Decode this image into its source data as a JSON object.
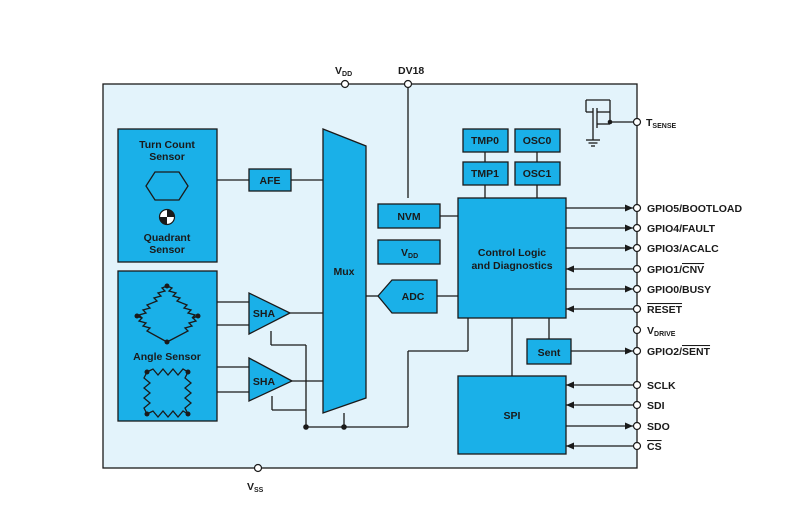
{
  "supplies": {
    "vdd_main": "V",
    "vdd_sub": "DD",
    "dv18": "DV18",
    "vss_main": "V",
    "vss_sub": "SS",
    "tsense_main": "T",
    "tsense_sub": "SENSE"
  },
  "blocks": {
    "turn_count_line1": "Turn Count",
    "turn_count_line2": "Sensor",
    "quadrant_line1": "Quadrant",
    "quadrant_line2": "Sensor",
    "angle_sensor": "Angle Sensor",
    "afe": "AFE",
    "sha_top": "SHA",
    "sha_bottom": "SHA",
    "mux": "Mux",
    "nvm": "NVM",
    "vdd_block_main": "V",
    "vdd_block_sub": "DD",
    "adc": "ADC",
    "tmp0": "TMP0",
    "osc0": "OSC0",
    "tmp1": "TMP1",
    "osc1": "OSC1",
    "control_line1": "Control Logic",
    "control_line2": "and Diagnostics",
    "sent": "Sent",
    "spi": "SPI"
  },
  "pins": {
    "gpio5": "GPIO5/BOOTLOAD",
    "gpio4": "GPIO4/FAULT",
    "gpio3": "GPIO3/ACALC",
    "gpio1_prefix": "GPIO1/",
    "gpio1_bar": "CNV",
    "gpio0": "GPIO0/BUSY",
    "reset": "RESET",
    "vdrive_main": "V",
    "vdrive_sub": "DRIVE",
    "gpio2_prefix": "GPIO2/",
    "gpio2_bar": "SENT",
    "sclk": "SCLK",
    "sdi": "SDI",
    "sdo": "SDO",
    "cs": "CS"
  },
  "colors": {
    "chip_background": "#e3f3fb",
    "block_fill": "#1ab0e8",
    "line": "#1a1a1a"
  }
}
